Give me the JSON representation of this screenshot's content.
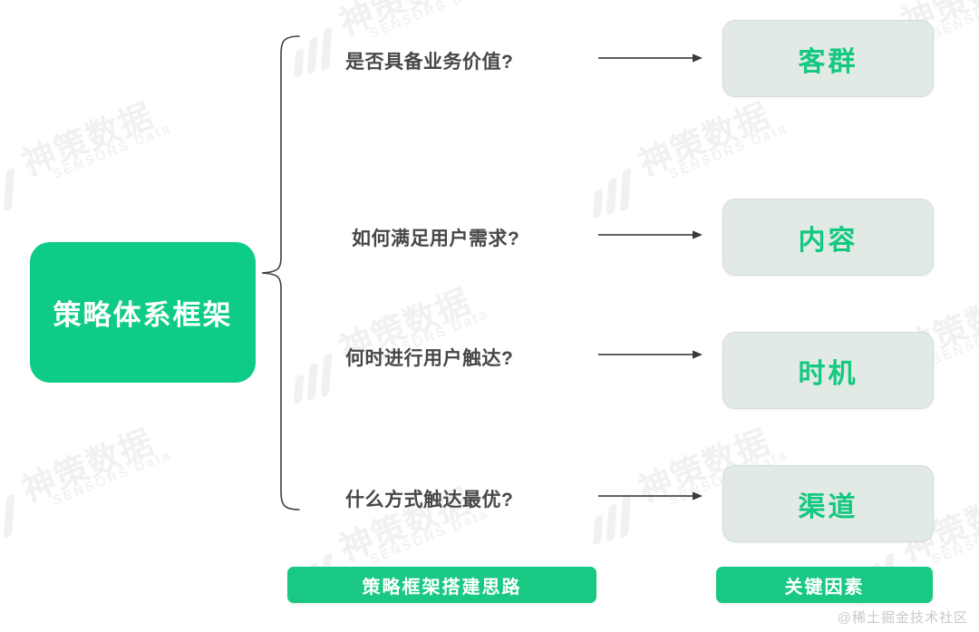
{
  "diagram": {
    "root": {
      "label": "策略体系框架"
    },
    "branches": [
      {
        "question": "是否具备业务价值?",
        "result": "客群"
      },
      {
        "question": "如何满足用户需求?",
        "result": "内容"
      },
      {
        "question": "何时进行用户触达?",
        "result": "时机"
      },
      {
        "question": "什么方式触达最优?",
        "result": "渠道"
      }
    ],
    "legend": {
      "left": "策略框架搭建思路",
      "right": "关键因素"
    },
    "colors": {
      "brand_green": "#0ECC86",
      "pill_green": "#19C883",
      "result_text_green": "#13C87F",
      "result_box_fill": "#E2EAE6",
      "question_text": "#474747",
      "arrow": "#4A4A4A"
    }
  },
  "watermark": {
    "cn": "神策数据",
    "en": "SENSORS Data"
  },
  "attribution": "@稀土掘金技术社区"
}
